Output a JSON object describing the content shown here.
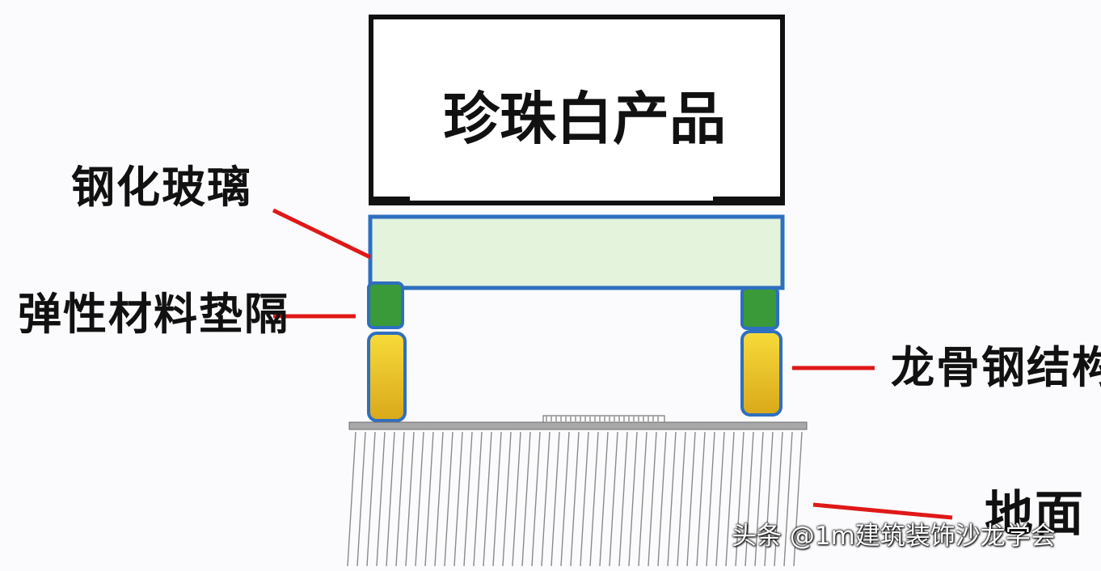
{
  "labels": {
    "product": "珍珠白产品",
    "glass": "钢化玻璃",
    "pad": "弹性材料垫隔",
    "frame": "龙骨钢结构",
    "ground": "地面"
  },
  "watermark": "头条 @1m建筑装饰沙龙学会",
  "colors": {
    "glass_fill": "#e3f3dc",
    "glass_border": "#2e6fbf",
    "pad_fill": "#3a9a3a",
    "steel_fill": "#f0c21c",
    "pointer_line": "#e01818",
    "ground_line": "#888888"
  }
}
